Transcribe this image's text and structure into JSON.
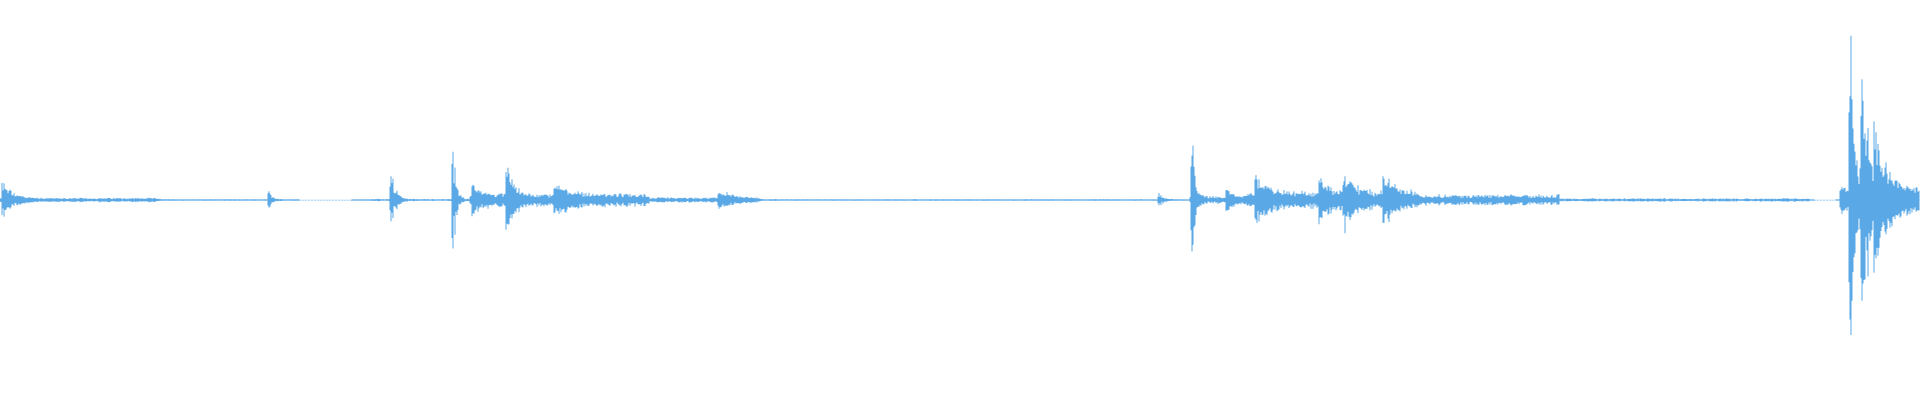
{
  "waveform": {
    "color": "#5aa9e6",
    "background": "#ffffff",
    "segments": [
      {
        "start": 0.0,
        "end": 0.16,
        "base": 0.01
      },
      {
        "start": 0.16,
        "end": 0.3,
        "base": 0.004
      },
      {
        "start": 0.3,
        "end": 0.365,
        "base": 0.0
      },
      {
        "start": 0.365,
        "end": 0.47,
        "base": 0.005
      },
      {
        "start": 0.47,
        "end": 0.525,
        "base": 0.035
      },
      {
        "start": 0.525,
        "end": 0.65,
        "base": 0.03
      },
      {
        "start": 0.65,
        "end": 0.76,
        "base": 0.012
      },
      {
        "start": 0.76,
        "end": 1.12,
        "base": 0.004
      },
      {
        "start": 1.12,
        "end": 1.19,
        "base": 0.004
      },
      {
        "start": 1.19,
        "end": 1.245,
        "base": 0.018
      },
      {
        "start": 1.245,
        "end": 1.42,
        "base": 0.04
      },
      {
        "start": 1.42,
        "end": 1.56,
        "base": 0.025
      },
      {
        "start": 1.56,
        "end": 1.81,
        "base": 0.008
      },
      {
        "start": 1.81,
        "end": 1.84,
        "base": 0.003
      },
      {
        "start": 1.84,
        "end": 1.92,
        "base": 0.06
      }
    ],
    "bursts": [
      {
        "pos": 0.004,
        "amp": 0.11,
        "width": 0.01
      },
      {
        "pos": 0.27,
        "amp": 0.05,
        "width": 0.003
      },
      {
        "pos": 0.392,
        "amp": 0.2,
        "width": 0.004
      },
      {
        "pos": 0.453,
        "amp": 0.4,
        "width": 0.003
      },
      {
        "pos": 0.474,
        "amp": 0.07,
        "width": 0.006
      },
      {
        "pos": 0.508,
        "amp": 0.2,
        "width": 0.006
      },
      {
        "pos": 0.555,
        "amp": 0.09,
        "width": 0.015
      },
      {
        "pos": 0.72,
        "amp": 0.06,
        "width": 0.012
      },
      {
        "pos": 1.16,
        "amp": 0.04,
        "width": 0.004
      },
      {
        "pos": 1.193,
        "amp": 0.32,
        "width": 0.003
      },
      {
        "pos": 1.228,
        "amp": 0.06,
        "width": 0.006
      },
      {
        "pos": 1.256,
        "amp": 0.16,
        "width": 0.01
      },
      {
        "pos": 1.32,
        "amp": 0.13,
        "width": 0.01
      },
      {
        "pos": 1.345,
        "amp": 0.17,
        "width": 0.01
      },
      {
        "pos": 1.385,
        "amp": 0.15,
        "width": 0.01
      },
      {
        "pos": 1.85,
        "amp": 1.15,
        "width": 0.006
      },
      {
        "pos": 1.862,
        "amp": 0.85,
        "width": 0.01
      },
      {
        "pos": 1.875,
        "amp": 0.45,
        "width": 0.012
      }
    ],
    "gaps": [
      {
        "start": 0.3,
        "end": 0.352
      },
      {
        "start": 1.815,
        "end": 1.836
      }
    ]
  }
}
